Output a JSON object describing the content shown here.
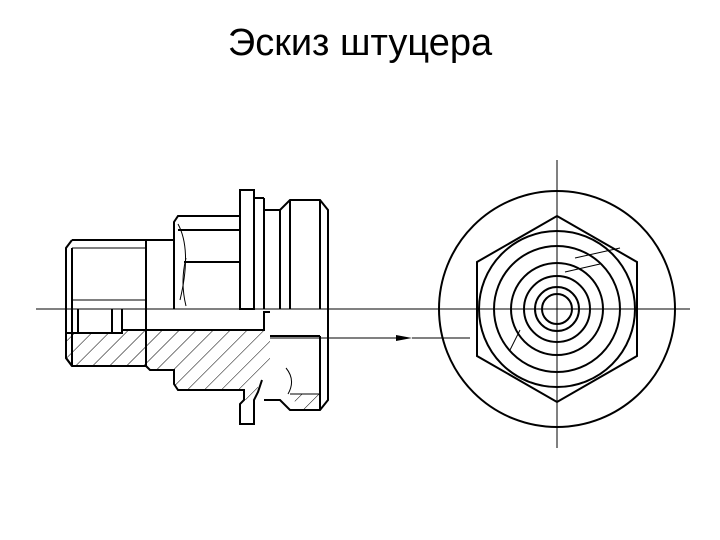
{
  "header": {
    "title": "Эскиз штуцера"
  },
  "colors": {
    "line": "#000000",
    "background": "#ffffff"
  },
  "views": [
    {
      "name": "side-view-half-section",
      "elements": [
        "outline",
        "hatching",
        "centerline",
        "thread"
      ]
    },
    {
      "name": "end-view",
      "elements": [
        "outer-circle",
        "hexagon",
        "concentric-rings",
        "centerlines"
      ]
    }
  ]
}
